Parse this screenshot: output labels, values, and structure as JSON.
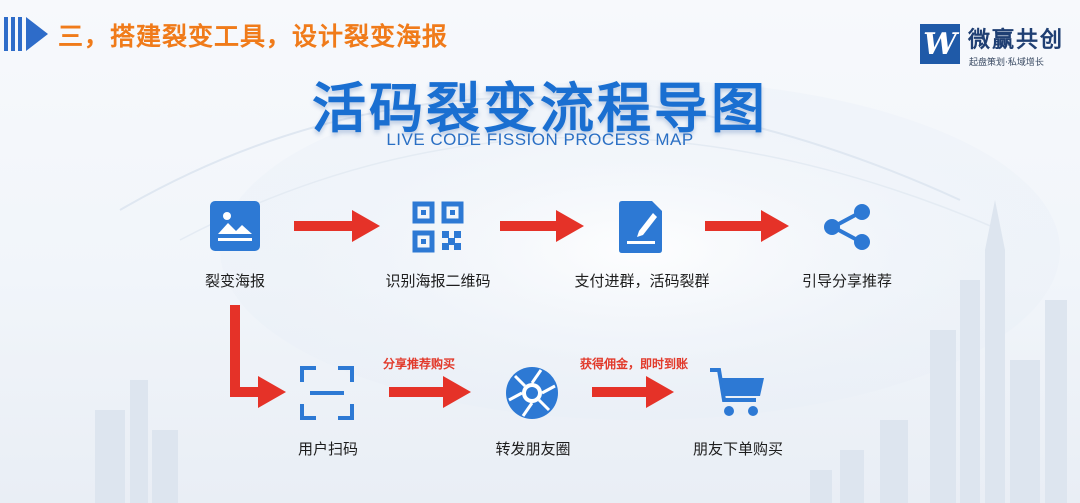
{
  "header": {
    "section_title": "三，搭建裂变工具，设计裂变海报"
  },
  "logo": {
    "mark": "W",
    "name": "微赢共创",
    "tagline": "起盘策划·私域增长"
  },
  "title": "活码裂变流程导图",
  "subtitle": "LIVE CODE FISSION PROCESS MAP",
  "colors": {
    "accent_blue": "#1a6fd1",
    "arrow_red": "#e53228",
    "section_orange": "#f07b1a",
    "logo_blue": "#1f5aa8"
  },
  "flow_top": [
    {
      "icon": "poster-image-icon",
      "label": "裂变海报"
    },
    {
      "icon": "qr-code-icon",
      "label": "识别海报二维码"
    },
    {
      "icon": "document-edit-icon",
      "label": "支付进群，活码裂群"
    },
    {
      "icon": "share-icon",
      "label": "引导分享推荐"
    }
  ],
  "flow_bottom": [
    {
      "icon": "scan-frame-icon",
      "label": "用户扫码"
    },
    {
      "icon": "camera-aperture-icon",
      "label": "转发朋友圈"
    },
    {
      "icon": "shopping-cart-icon",
      "label": "朋友下单购买"
    }
  ],
  "edge_labels": {
    "scan_to_moments": "分享推荐购买",
    "moments_to_order": "获得佣金，即时到账"
  }
}
